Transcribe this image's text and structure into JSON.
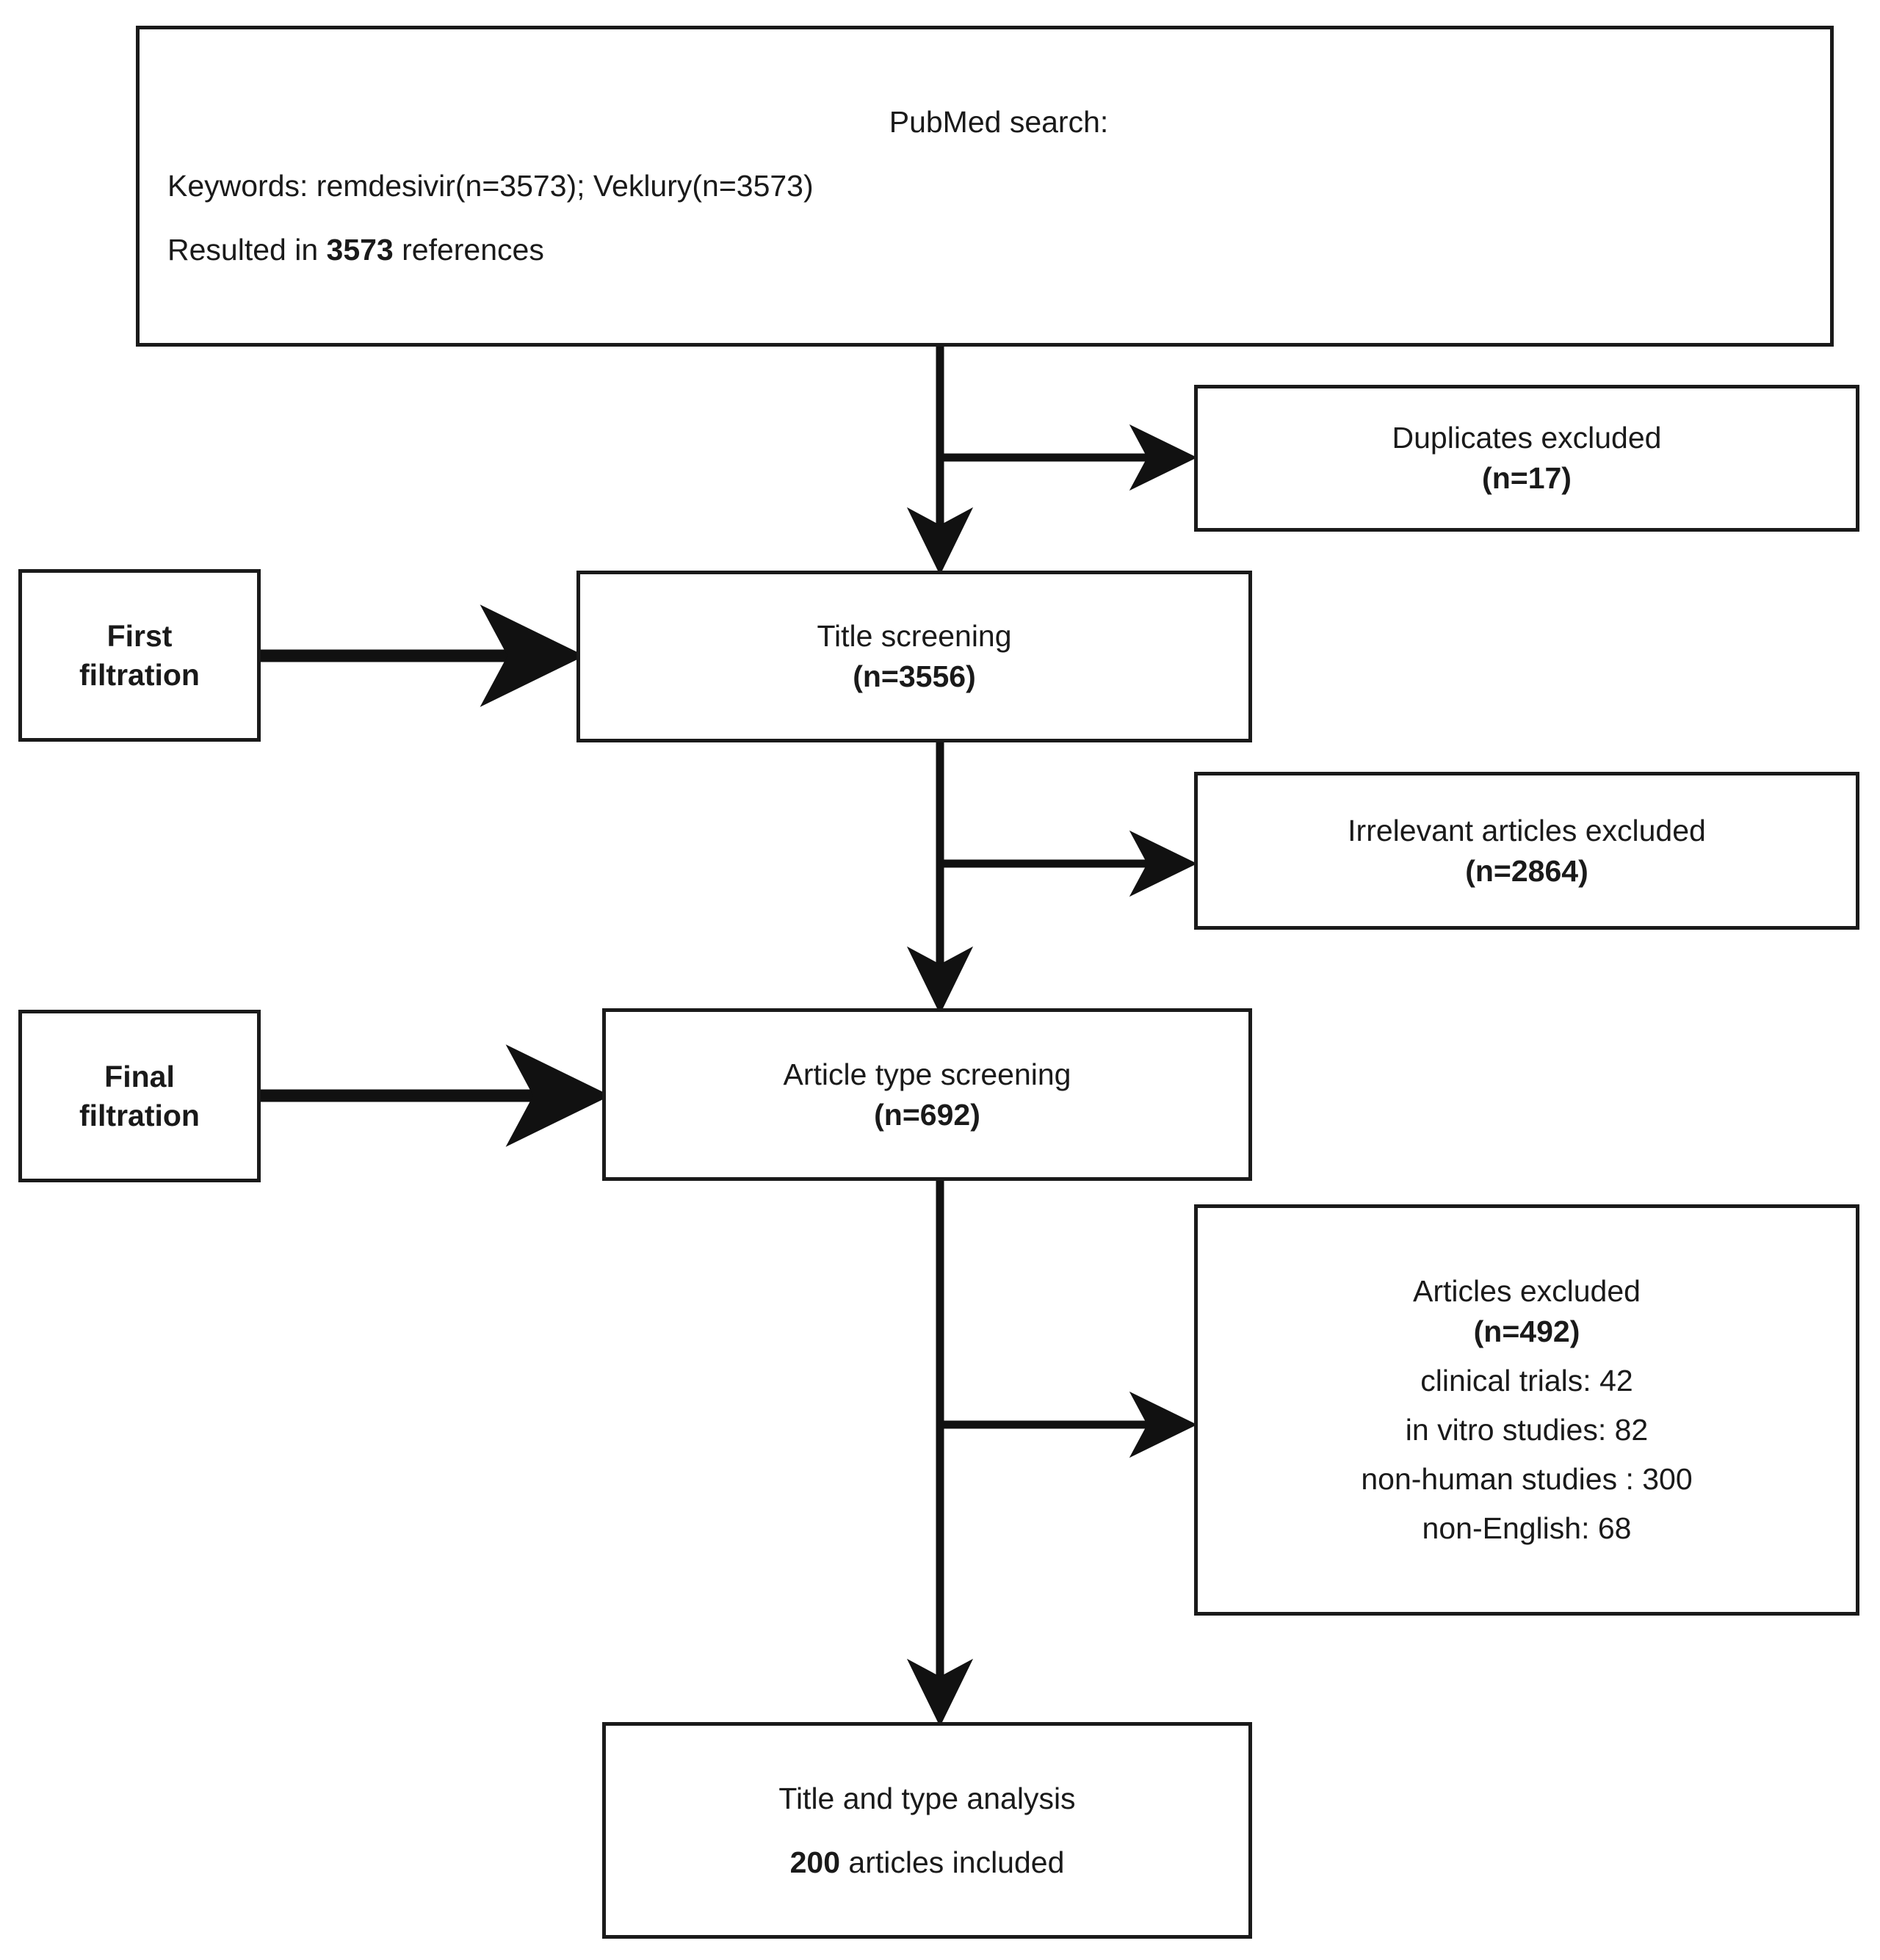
{
  "diagram": {
    "title": "PubMed search flow diagram",
    "type": "prisma-flowchart",
    "stroke_color": "#1a1a1a",
    "background_color": "#ffffff"
  },
  "nodes": {
    "search": {
      "title": "PubMed search:",
      "keywords_line": "Keywords: remdesivir(n=3573); Veklury(n=3573)",
      "result_prefix": "Resulted in ",
      "result_count": "3573",
      "result_suffix": " references"
    },
    "duplicates": {
      "label": "Duplicates excluded",
      "count": "(n=17)"
    },
    "first_filtration": {
      "line1": "First",
      "line2": "filtration"
    },
    "title_screening": {
      "label": "Title screening",
      "count": "(n=3556)"
    },
    "irrelevant": {
      "label": "Irrelevant articles excluded",
      "count": "(n=2864)"
    },
    "final_filtration": {
      "line1": "Final",
      "line2": "filtration"
    },
    "article_type_screening": {
      "label": "Article type screening",
      "count": "(n=692)"
    },
    "articles_excluded": {
      "label": "Articles excluded",
      "count": "(n=492)",
      "breakdown": [
        "clinical trials: 42",
        "in vitro studies: 82",
        "non-human studies : 300",
        "non-English: 68"
      ]
    },
    "analysis": {
      "label": "Title and type analysis",
      "included_count": "200",
      "included_suffix": " articles included"
    }
  },
  "chart_data": {
    "type": "diagram",
    "title": "PubMed search flow diagram",
    "stages": [
      {
        "name": "PubMed search",
        "n": 3573
      },
      {
        "name": "Duplicates excluded",
        "n": 17
      },
      {
        "name": "Title screening",
        "n": 3556
      },
      {
        "name": "Irrelevant articles excluded",
        "n": 2864
      },
      {
        "name": "Article type screening",
        "n": 692
      },
      {
        "name": "Articles excluded",
        "n": 492
      },
      {
        "name": "Title and type analysis included",
        "n": 200
      }
    ],
    "exclusion_breakdown": {
      "clinical trials": 42,
      "in vitro studies": 82,
      "non-human studies": 300,
      "non-English": 68
    }
  }
}
